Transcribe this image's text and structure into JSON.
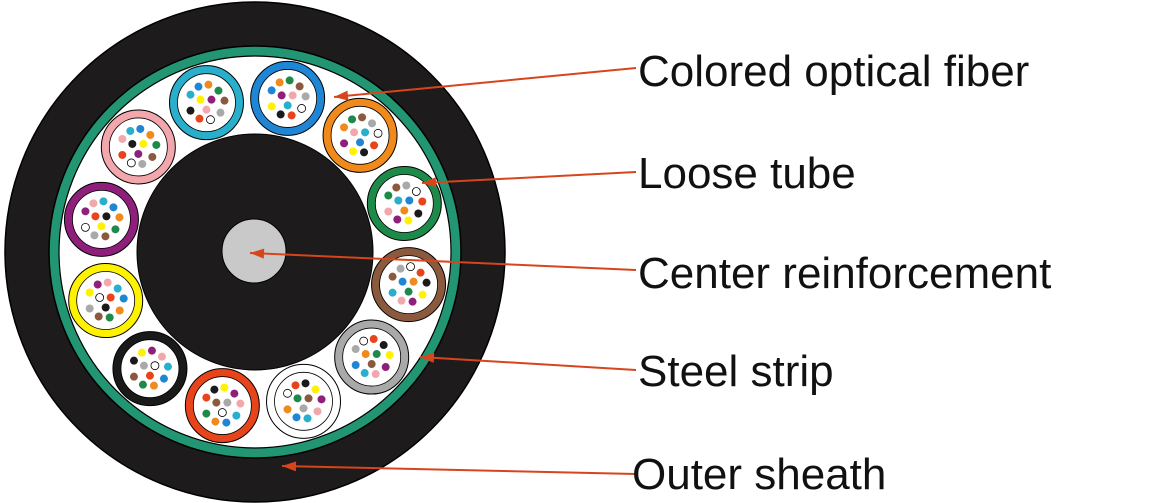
{
  "labels": {
    "fiber": "Colored optical fiber",
    "tube": "Loose tube",
    "center": "Center reinforcement",
    "strip": "Steel strip",
    "sheath": "Outer sheath"
  },
  "colors": {
    "sheath": "#1d1b1b",
    "steel_strip": "#229672",
    "filler": "#ffffff",
    "core": "#1d1b1b",
    "center_member": "#c9c9c9",
    "leader": "#d6451b",
    "outline": "#000000"
  },
  "tube_count": 12,
  "fiber_count_per_tube": 12,
  "tubes": [
    {
      "name": "blue",
      "color": "#1f86d6"
    },
    {
      "name": "orange",
      "color": "#f08a1c"
    },
    {
      "name": "green",
      "color": "#1d8a4a"
    },
    {
      "name": "brown",
      "color": "#8b5a3e"
    },
    {
      "name": "gray",
      "color": "#a9a9a9"
    },
    {
      "name": "white",
      "color": "#ffffff"
    },
    {
      "name": "red",
      "color": "#e8441c"
    },
    {
      "name": "black",
      "color": "#1a1a1a"
    },
    {
      "name": "yellow",
      "color": "#fff200"
    },
    {
      "name": "violet",
      "color": "#8e1f7a"
    },
    {
      "name": "rose",
      "color": "#f2a7ad"
    },
    {
      "name": "aqua",
      "color": "#29aecb"
    }
  ],
  "fiber_colors": [
    "#1f86d6",
    "#f08a1c",
    "#1d8a4a",
    "#8b5a3e",
    "#a9a9a9",
    "#ffffff",
    "#e8441c",
    "#1a1a1a",
    "#fff200",
    "#8e1f7a",
    "#f2a7ad",
    "#29aecb"
  ]
}
